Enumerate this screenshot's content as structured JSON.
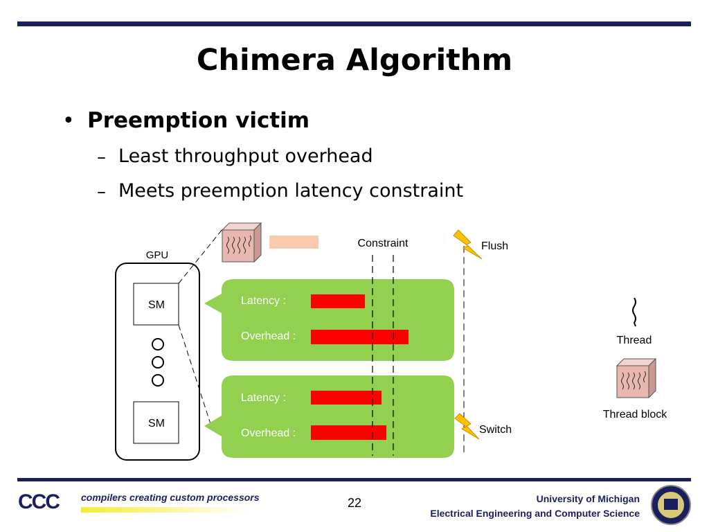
{
  "slide": {
    "title": "Chimera Algorithm",
    "bullet": "Preemption victim",
    "sub_bullets": [
      "Least throughput overhead",
      "Meets preemption latency constraint"
    ],
    "page_number": "22"
  },
  "diagram": {
    "gpu_label": "GPU",
    "sm_label": "SM",
    "constraint_label": "Constraint",
    "flush_label": "Flush",
    "switch_label": "Switch",
    "latency_label": "Latency :",
    "overhead_label": "Overhead :",
    "thread_label": "Thread",
    "thread_block_label": "Thread block",
    "colors": {
      "bubble": "#92d050",
      "bar": "#ff0000",
      "legend_bar": "#f8cbad",
      "block_face": "#e8b8b0",
      "bolt": "#ffc000",
      "navy": "#1a1f5e"
    }
  },
  "footer": {
    "logo": "CCC",
    "tagline": "compilers creating custom processors",
    "university": "University of Michigan",
    "department": "Electrical Engineering and Computer Science"
  }
}
